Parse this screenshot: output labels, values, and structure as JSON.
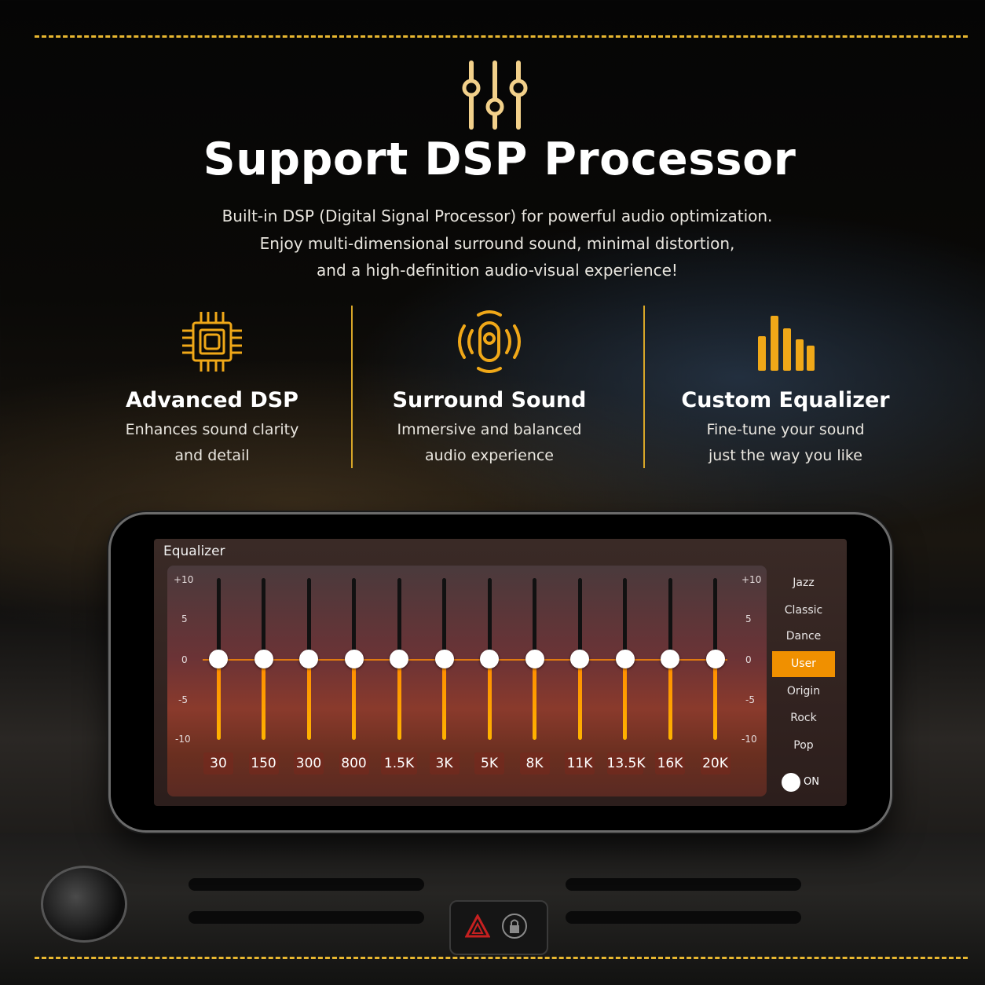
{
  "hero": {
    "title": "Support DSP Processor",
    "icon": "sliders-icon",
    "subtitle_lines": [
      "Built-in DSP (Digital Signal Processor) for powerful audio optimization.",
      "Enjoy multi-dimensional surround sound, minimal distortion,",
      "and a high-definition audio-visual experience!"
    ]
  },
  "features": [
    {
      "icon": "chip-icon",
      "title": "Advanced DSP",
      "desc_lines": [
        "Enhances sound clarity",
        "and detail"
      ]
    },
    {
      "icon": "surround-sound-icon",
      "title": "Surround Sound",
      "desc_lines": [
        "Immersive and balanced",
        "audio experience"
      ]
    },
    {
      "icon": "equalizer-bars-icon",
      "title": "Custom Equalizer",
      "desc_lines": [
        "Fine-tune your sound",
        "just the way you like"
      ]
    }
  ],
  "equalizer": {
    "title": "Equalizer",
    "scale_labels": [
      "+10",
      "5",
      "0",
      "-5",
      "-10"
    ],
    "bands": [
      {
        "freq": "30",
        "gain": 0
      },
      {
        "freq": "150",
        "gain": 0
      },
      {
        "freq": "300",
        "gain": 0
      },
      {
        "freq": "800",
        "gain": 0
      },
      {
        "freq": "1.5K",
        "gain": 0
      },
      {
        "freq": "3K",
        "gain": 0
      },
      {
        "freq": "5K",
        "gain": 0
      },
      {
        "freq": "8K",
        "gain": 0
      },
      {
        "freq": "11K",
        "gain": 0
      },
      {
        "freq": "13.5K",
        "gain": 0
      },
      {
        "freq": "16K",
        "gain": 0
      },
      {
        "freq": "20K",
        "gain": 0
      }
    ],
    "presets": [
      "Jazz",
      "Classic",
      "Dance",
      "User",
      "Origin",
      "Rock",
      "Pop"
    ],
    "selected_preset": "User",
    "toggle_label": "ON",
    "accent_color": "#f09000"
  }
}
